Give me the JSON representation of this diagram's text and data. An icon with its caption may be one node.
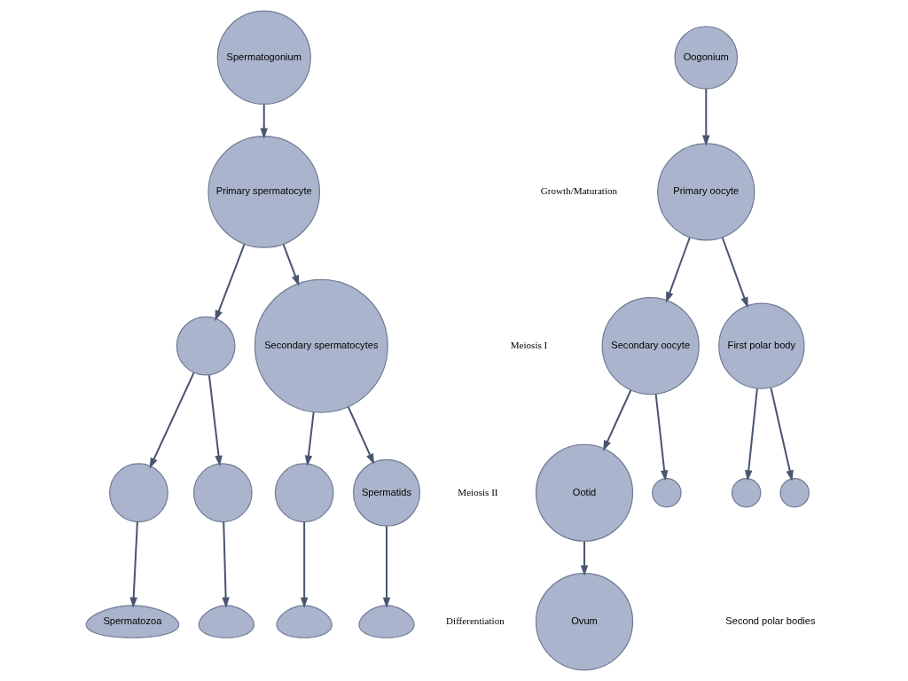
{
  "diagram": {
    "nodes": [
      {
        "text": [
          "Spermatogonium"
        ]
      },
      {
        "text": [
          "Oogonium"
        ]
      },
      {
        "text": [
          "Primary spermatocyte"
        ]
      },
      {
        "text": [
          "Primary oocyte"
        ]
      },
      {
        "text": [],
        "shape": "circle"
      },
      {
        "text": [
          "Secondary spermatocytes"
        ]
      },
      {
        "text": [
          "Secondary oocyte"
        ]
      },
      {
        "text": [
          "First polar body"
        ]
      },
      {
        "text": [],
        "shape": "circle"
      },
      {
        "text": [],
        "shape": "circle"
      },
      {
        "text": [],
        "shape": "circle"
      },
      {
        "text": [
          "Spermatids"
        ]
      },
      {
        "text": [
          "Ootid"
        ]
      },
      {
        "text": [],
        "shape": "circle"
      },
      {
        "text": [],
        "shape": "circle"
      },
      {
        "text": [],
        "shape": "circle"
      },
      {
        "text": [
          "Spermatozoa"
        ]
      },
      {
        "text": [],
        "shape": "picture"
      },
      {
        "text": [],
        "shape": "picture"
      },
      {
        "text": [],
        "shape": "picture"
      },
      {
        "text": [
          "Ovum"
        ]
      }
    ],
    "edges": [
      {
        "from": 0,
        "to": 2,
        "arrow": "to"
      },
      {
        "from": 1,
        "to": 3,
        "arrow": "to"
      },
      {
        "from": 2,
        "to": 4,
        "arrow": "to"
      },
      {
        "from": 2,
        "to": 5,
        "arrow": "to"
      },
      {
        "from": 3,
        "to": 6,
        "arrow": "to"
      },
      {
        "from": 3,
        "to": 7,
        "arrow": "to"
      },
      {
        "from": 4,
        "to": 8,
        "arrow": "to"
      },
      {
        "from": 4,
        "to": 9,
        "arrow": "to"
      },
      {
        "from": 5,
        "to": 10,
        "arrow": "to"
      },
      {
        "from": 5,
        "to": 11,
        "arrow": "to"
      },
      {
        "from": 6,
        "to": 12,
        "arrow": "to"
      },
      {
        "from": 6,
        "to": 13,
        "arrow": "to"
      },
      {
        "from": 7,
        "to": 14,
        "arrow": "to"
      },
      {
        "from": 7,
        "to": 15,
        "arrow": "to"
      },
      {
        "from": 8,
        "to": 16,
        "arrow": "to"
      },
      {
        "from": 9,
        "to": 17,
        "arrow": "to"
      },
      {
        "from": 10,
        "to": 18,
        "arrow": "to"
      },
      {
        "from": 11,
        "to": 19,
        "arrow": "to"
      },
      {
        "from": 12,
        "to": 20,
        "arrow": "to"
      }
    ],
    "labels": [
      "Growth/Maturation",
      "Meiosis I",
      "Meiosis II",
      "Second polar bodies",
      "Differentiation"
    ]
  }
}
